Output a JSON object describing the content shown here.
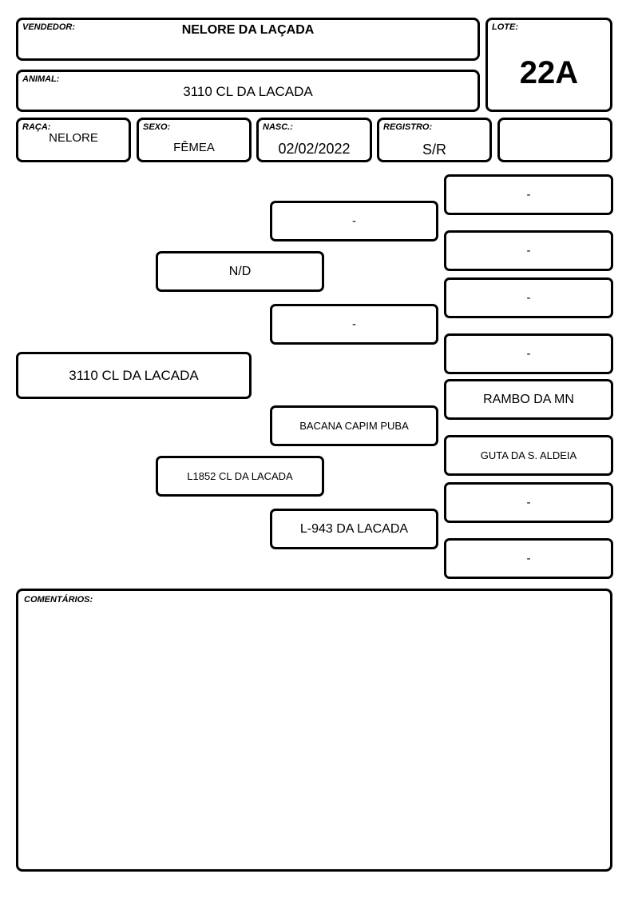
{
  "header": {
    "vendedor_label": "VENDEDOR:",
    "vendedor": "NELORE DA LAÇADA",
    "lote_label": "LOTE:",
    "lote": "22A",
    "animal_label": "ANIMAL:",
    "animal": "3110 CL DA LACADA"
  },
  "info": {
    "raca_label": "RAÇA:",
    "raca": "NELORE",
    "sexo_label": "SEXO:",
    "sexo": "FÊMEA",
    "nasc_label": "NASC.:",
    "nasc": "02/02/2022",
    "registro_label": "REGISTRO:",
    "registro": "S/R",
    "extra": ""
  },
  "pedigree": {
    "animal": "3110 CL DA LACADA",
    "sire": "N/D",
    "dam": "L1852 CL DA LACADA",
    "sire_sire": "-",
    "sire_dam": "-",
    "dam_sire": "BACANA CAPIM PUBA",
    "dam_dam": "L-943 DA LACADA",
    "ggp": [
      "-",
      "-",
      "-",
      "-",
      "RAMBO DA MN",
      "GUTA DA S. ALDEIA",
      "-",
      "-"
    ]
  },
  "comments": {
    "label": "COMENTÁRIOS:",
    "text": ""
  }
}
